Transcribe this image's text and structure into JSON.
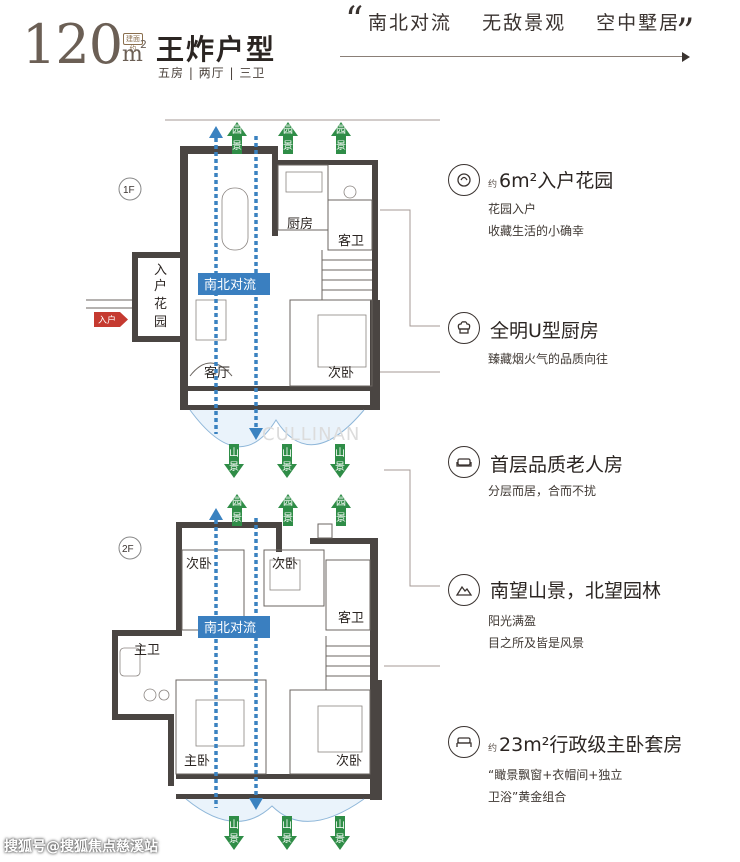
{
  "header": {
    "area_number": "120",
    "area_unit": "m",
    "area_sup": "2",
    "approx_badge": "建面约",
    "title": "王炸户型",
    "subtitle": "五房 | 两厅 | 三卫",
    "slogans": [
      "南北对流",
      "无敌景观",
      "空中墅居"
    ]
  },
  "floor_plan": {
    "floor1_badge": "1F",
    "floor2_badge": "2F",
    "floor1_rooms": {
      "kitchen": "厨房",
      "guest_bath": "客卫",
      "entry_garden": [
        "入",
        "户",
        "花",
        "园"
      ],
      "living_room": "客厅",
      "second_bedroom": "次卧"
    },
    "floor2_rooms": {
      "second_bedroom_a": "次卧",
      "second_bedroom_b": "次卧",
      "guest_bath": "客卫",
      "master_bath": "主卫",
      "master_bedroom": "主卧",
      "second_bedroom_c": "次卧"
    },
    "flow_label": "南北对流",
    "garden_view": [
      "园",
      "景"
    ],
    "mountain_view": [
      "山",
      "景"
    ],
    "entrance_tag": "入户",
    "brand_watermark": "CULLINAN"
  },
  "features": [
    {
      "prefix": "约",
      "title": "6m²入户花园",
      "desc": [
        "花园入户",
        "收藏生活的小确幸"
      ],
      "icon": "garden-icon"
    },
    {
      "prefix": "",
      "title": "全明U型厨房",
      "desc": [
        "臻藏烟火气的品质向往"
      ],
      "icon": "chef-hat-icon"
    },
    {
      "prefix": "",
      "title": "首层品质老人房",
      "desc": [
        "分层而居，合而不扰"
      ],
      "icon": "sofa-icon"
    },
    {
      "prefix": "",
      "title": "南望山景，北望园林",
      "desc": [
        "阳光满盈",
        "目之所及皆是风景"
      ],
      "icon": "mountain-icon"
    },
    {
      "prefix": "约",
      "title": "23m²行政级主卧套房",
      "desc": [
        "“瞰景飘窗+衣帽间+独立",
        "卫浴”黄金组合"
      ],
      "icon": "bed-icon"
    }
  ],
  "watermark": "搜狐号@搜狐焦点慈溪站",
  "colors": {
    "flow_blue": "#3a7fc0",
    "view_green": "#2f8d47",
    "wall": "#4a4542",
    "text": "#2b2522"
  }
}
